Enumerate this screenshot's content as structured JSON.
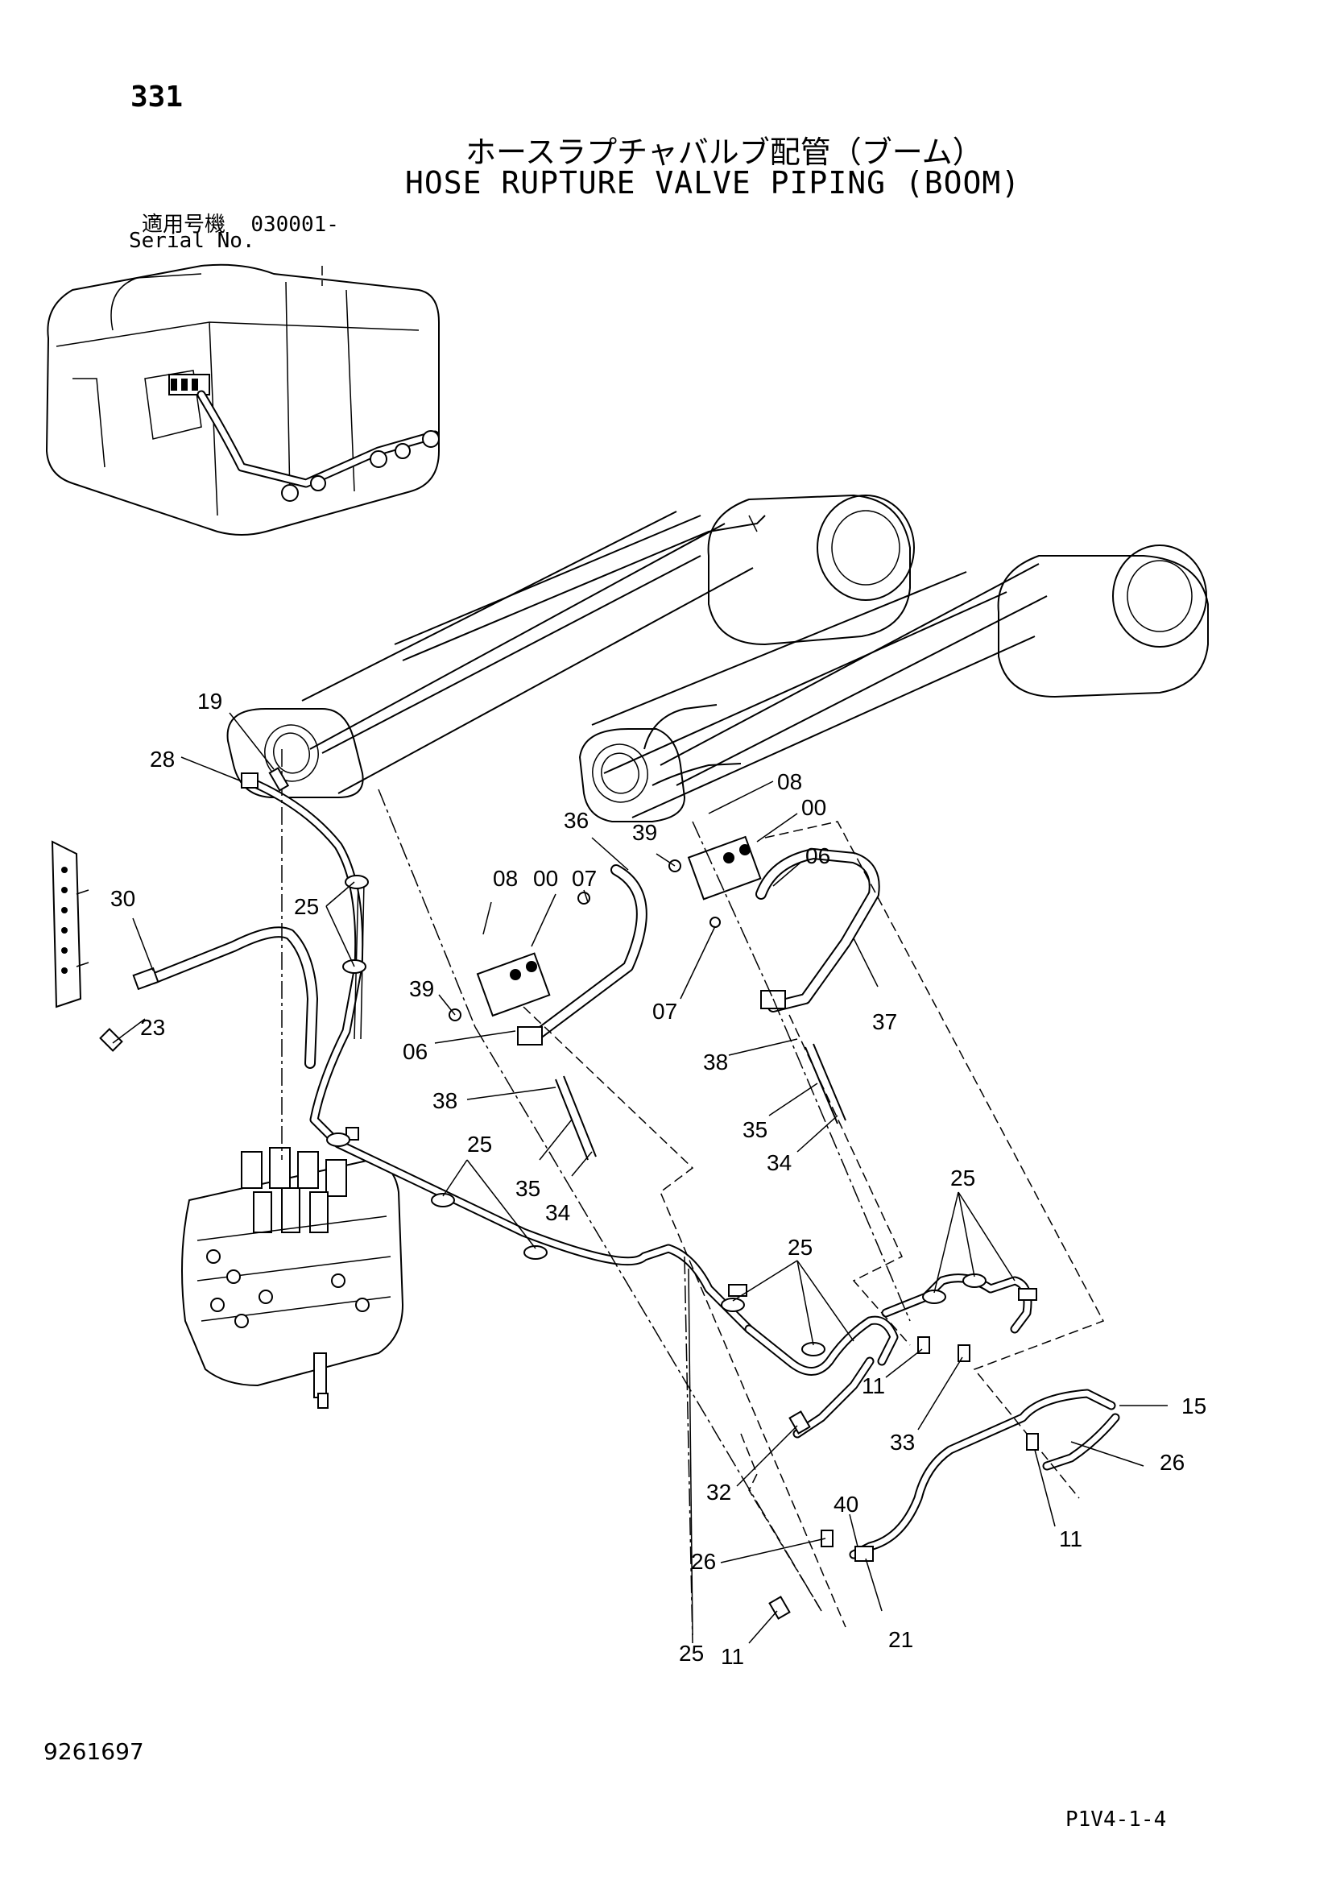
{
  "header": {
    "page_number": "331",
    "title_jp": "ホースラプチャバルブ配管（ブーム）",
    "title_en": "HOSE RUPTURE VALVE PIPING (BOOM)",
    "serial_label_jp": "適用号機",
    "serial_value": "030001-",
    "serial_label_en": "Serial No."
  },
  "footer": {
    "doc_number": "9261697",
    "ref_code": "P1V4-1-4"
  },
  "callouts": [
    "19",
    "28",
    "30",
    "23",
    "25",
    "08",
    "00",
    "07",
    "36",
    "39",
    "08",
    "00",
    "06",
    "39",
    "06",
    "07",
    "37",
    "38",
    "38",
    "35",
    "34",
    "35",
    "34",
    "25",
    "25",
    "25",
    "11",
    "33",
    "15",
    "26",
    "11",
    "32",
    "40",
    "26",
    "21",
    "11",
    "25"
  ]
}
